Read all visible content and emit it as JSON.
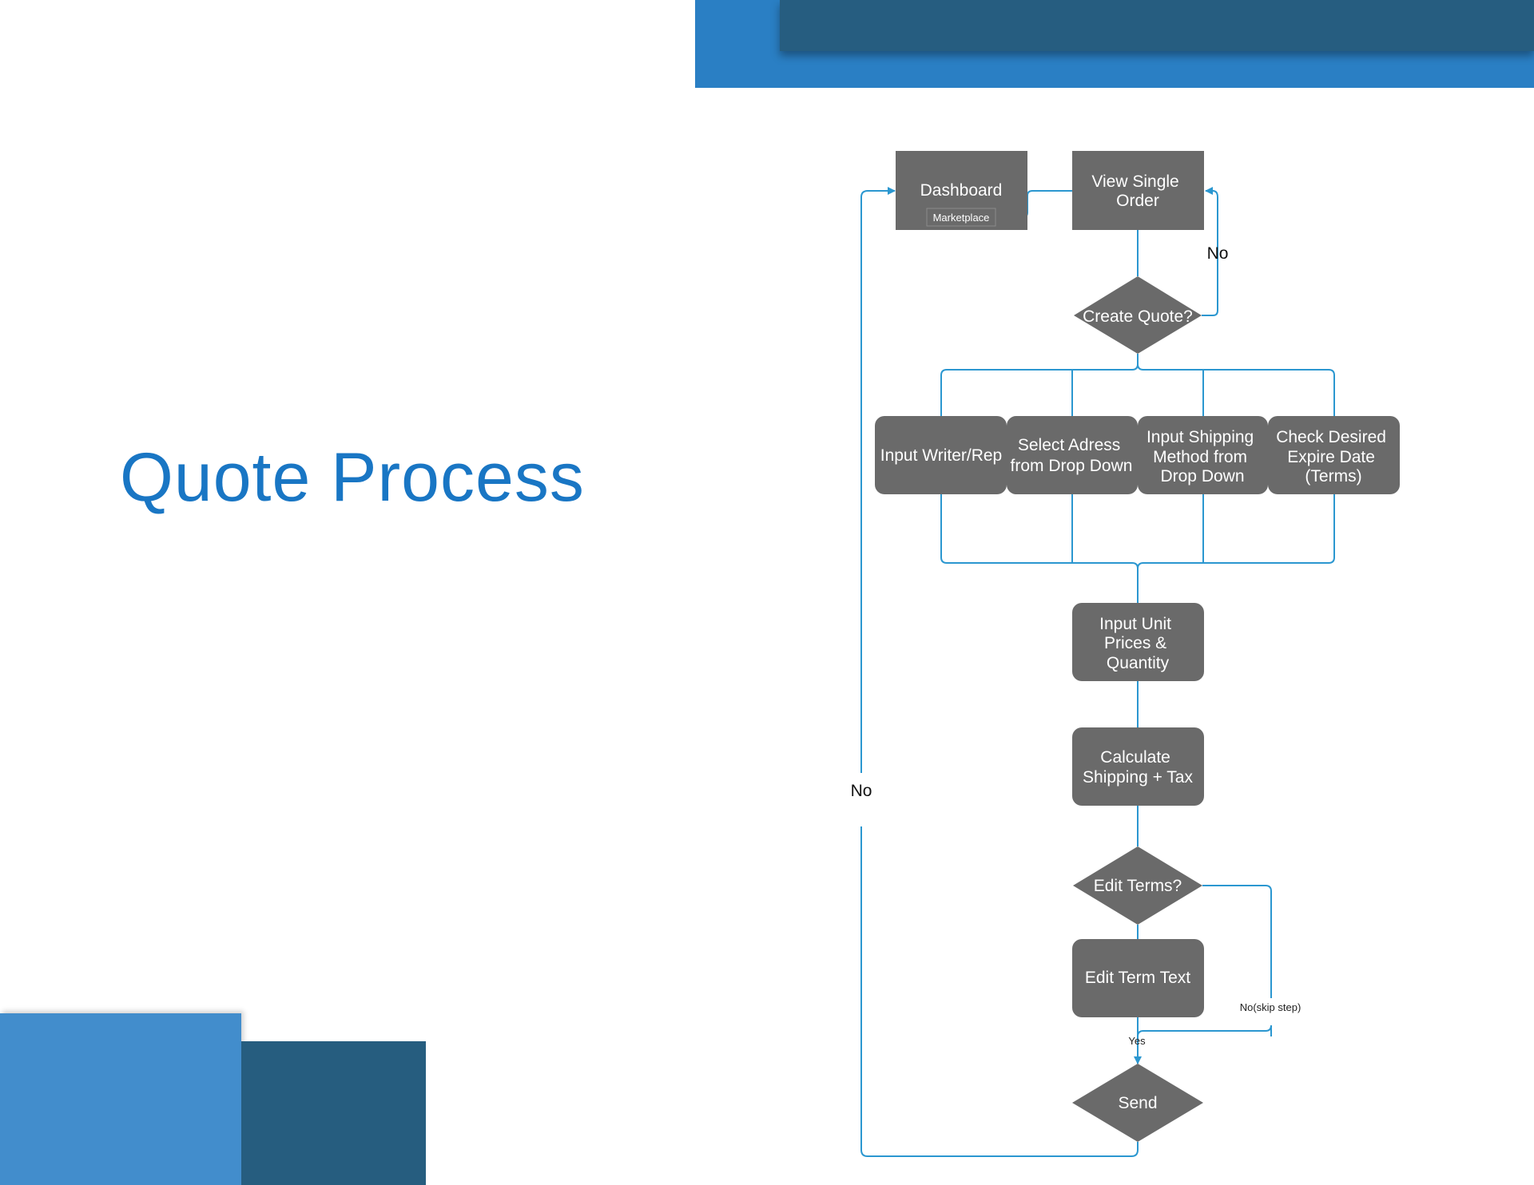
{
  "title": "Quote Process",
  "colors": {
    "accent_title": "#1976c4",
    "band_light": "#2a7fc4",
    "band_dark": "#265d80",
    "node_fill": "#6a6a6a",
    "connector": "#2b97d0"
  },
  "flowchart": {
    "nodes": {
      "dashboard": {
        "label": "Dashboard",
        "sub_label": "Marketplace"
      },
      "view_single_order": {
        "lines": [
          "View Single",
          "Order"
        ]
      },
      "create_quote": {
        "label": "Create Quote?"
      },
      "input_writer": {
        "label": "Input Writer/Rep"
      },
      "select_address": {
        "lines": [
          "Select Adress",
          "from Drop Down"
        ]
      },
      "input_shipping": {
        "lines": [
          "Input Shipping",
          "Method from",
          "Drop Down"
        ]
      },
      "check_expire": {
        "lines": [
          "Check Desired",
          "Expire Date",
          "(Terms)"
        ]
      },
      "input_unit": {
        "lines": [
          "Input Unit",
          "Prices &",
          "Quantity"
        ]
      },
      "calculate": {
        "lines": [
          "Calculate",
          "Shipping + Tax"
        ]
      },
      "edit_terms": {
        "label": "Edit Terms?"
      },
      "edit_term_text": {
        "label": "Edit Term Text"
      },
      "send": {
        "label": "Send"
      }
    },
    "edge_labels": {
      "create_quote_no": "No",
      "send_no": "No",
      "skip_step": "No(skip step)",
      "yes": "Yes"
    }
  }
}
